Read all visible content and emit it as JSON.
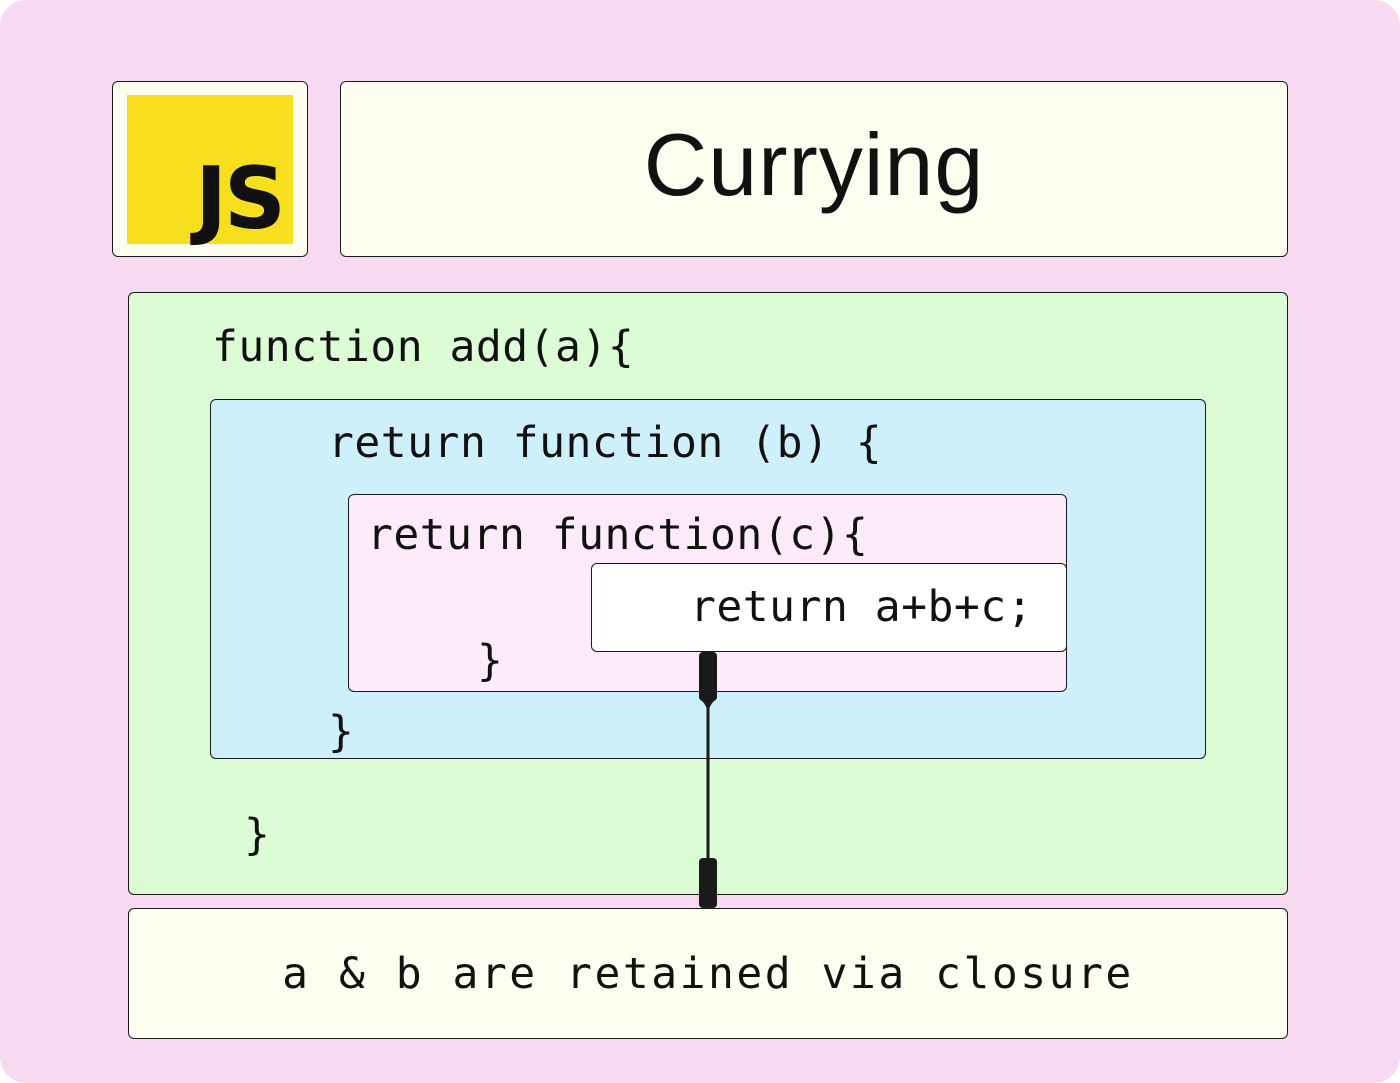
{
  "logo": {
    "text": "JS",
    "color": "#f7df1e"
  },
  "title": "Currying",
  "code": {
    "outer_open": "function add(a){",
    "middle_open": "return function (b) {",
    "inner_open": "return function(c){",
    "body": "return a+b+c;",
    "inner_close": "}",
    "middle_close": "}",
    "outer_close": "}"
  },
  "note": "a & b are retained via closure",
  "colors": {
    "background": "#f7daf2",
    "outer_scope": "#dcfcd5",
    "middle_scope": "#cdf0fb",
    "inner_scope": "#fdeafb",
    "header_panels": "#fdfdf0"
  }
}
